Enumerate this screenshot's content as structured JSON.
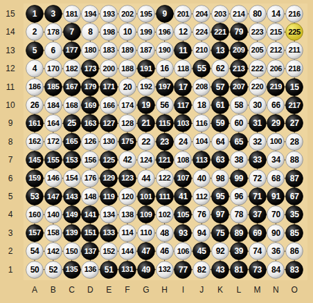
{
  "diagram": {
    "nodes": [
      {
        "text": [
          "1"
        ]
      },
      {
        "text": [
          "3"
        ]
      },
      {
        "text": [
          "181"
        ]
      },
      {
        "text": [
          "194"
        ]
      },
      {
        "text": [
          "193"
        ]
      },
      {
        "text": [
          "202"
        ]
      },
      {
        "text": [
          "195"
        ]
      },
      {
        "text": [
          "9"
        ]
      },
      {
        "text": [
          "201"
        ]
      },
      {
        "text": [
          "204"
        ]
      },
      {
        "text": [
          "203"
        ]
      },
      {
        "text": [
          "214"
        ]
      },
      {
        "text": [
          "80"
        ]
      },
      {
        "text": [
          "14"
        ]
      },
      {
        "text": [
          "216"
        ]
      },
      {
        "text": [
          "2"
        ]
      },
      {
        "text": [
          "178"
        ]
      },
      {
        "text": [
          "7"
        ]
      },
      {
        "text": [
          "8"
        ]
      },
      {
        "text": [
          "198"
        ]
      },
      {
        "text": [
          "10"
        ]
      },
      {
        "text": [
          "199"
        ]
      },
      {
        "text": [
          "196"
        ]
      },
      {
        "text": [
          "12"
        ]
      },
      {
        "text": [
          "224"
        ]
      },
      {
        "text": [
          "221"
        ]
      },
      {
        "text": [
          "79"
        ]
      },
      {
        "text": [
          "223"
        ]
      },
      {
        "text": [
          "215"
        ]
      },
      {
        "text": [
          "225"
        ]
      },
      {
        "text": [
          "5"
        ]
      },
      {
        "text": [
          "6"
        ]
      },
      {
        "text": [
          "177"
        ]
      },
      {
        "text": [
          "180"
        ]
      },
      {
        "text": [
          "183"
        ]
      },
      {
        "text": [
          "189"
        ]
      },
      {
        "text": [
          "187"
        ]
      },
      {
        "text": [
          "190"
        ]
      },
      {
        "text": [
          "11"
        ]
      },
      {
        "text": [
          "210"
        ]
      },
      {
        "text": [
          "13"
        ]
      },
      {
        "text": [
          "209"
        ]
      },
      {
        "text": [
          "205"
        ]
      },
      {
        "text": [
          "212"
        ]
      },
      {
        "text": [
          "211"
        ]
      },
      {
        "text": [
          "4"
        ]
      },
      {
        "text": [
          "170"
        ]
      },
      {
        "text": [
          "182"
        ]
      },
      {
        "text": [
          "173"
        ]
      },
      {
        "text": [
          "200"
        ]
      },
      {
        "text": [
          "188"
        ]
      },
      {
        "text": [
          "191"
        ]
      },
      {
        "text": [
          "16"
        ]
      },
      {
        "text": [
          "118"
        ]
      },
      {
        "text": [
          "55"
        ]
      },
      {
        "text": [
          "62"
        ]
      },
      {
        "text": [
          "213"
        ]
      },
      {
        "text": [
          "222"
        ]
      },
      {
        "text": [
          "206"
        ]
      },
      {
        "text": [
          "218"
        ]
      },
      {
        "text": [
          "186"
        ]
      },
      {
        "text": [
          "185"
        ]
      },
      {
        "text": [
          "167"
        ]
      },
      {
        "text": [
          "179"
        ]
      },
      {
        "text": [
          "171"
        ]
      },
      {
        "text": [
          "20"
        ]
      },
      {
        "text": [
          "192"
        ]
      },
      {
        "text": [
          "197"
        ]
      },
      {
        "text": [
          "17"
        ]
      },
      {
        "text": [
          "208"
        ]
      },
      {
        "text": [
          "57"
        ]
      },
      {
        "text": [
          "207"
        ]
      },
      {
        "text": [
          "220"
        ]
      },
      {
        "text": [
          "219"
        ]
      },
      {
        "text": [
          "15"
        ]
      },
      {
        "text": [
          "26"
        ]
      },
      {
        "text": [
          "184"
        ]
      },
      {
        "text": [
          "168"
        ]
      },
      {
        "text": [
          "169"
        ]
      },
      {
        "text": [
          "166"
        ]
      },
      {
        "text": [
          "174"
        ]
      },
      {
        "text": [
          "19"
        ]
      },
      {
        "text": [
          "56"
        ]
      },
      {
        "text": [
          "117"
        ]
      },
      {
        "text": [
          "18"
        ]
      },
      {
        "text": [
          "61"
        ]
      },
      {
        "text": [
          "58"
        ]
      },
      {
        "text": [
          "30"
        ]
      },
      {
        "text": [
          "66"
        ]
      },
      {
        "text": [
          "217"
        ]
      },
      {
        "text": [
          "161"
        ]
      },
      {
        "text": [
          "164"
        ]
      },
      {
        "text": [
          "25"
        ]
      },
      {
        "text": [
          "163"
        ]
      },
      {
        "text": [
          "127"
        ]
      },
      {
        "text": [
          "128"
        ]
      },
      {
        "text": [
          "21"
        ]
      },
      {
        "text": [
          "115"
        ]
      },
      {
        "text": [
          "103"
        ]
      },
      {
        "text": [
          "116"
        ]
      },
      {
        "text": [
          "59"
        ]
      },
      {
        "text": [
          "60"
        ]
      },
      {
        "text": [
          "31"
        ]
      },
      {
        "text": [
          "29"
        ]
      },
      {
        "text": [
          "27"
        ]
      },
      {
        "text": [
          "162"
        ]
      },
      {
        "text": [
          "172"
        ]
      },
      {
        "text": [
          "165"
        ]
      },
      {
        "text": [
          "126"
        ]
      },
      {
        "text": [
          "130"
        ]
      },
      {
        "text": [
          "175"
        ]
      },
      {
        "text": [
          "22"
        ]
      },
      {
        "text": [
          "23"
        ]
      },
      {
        "text": [
          "24"
        ]
      },
      {
        "text": [
          "104"
        ]
      },
      {
        "text": [
          "64"
        ]
      },
      {
        "text": [
          "65"
        ]
      },
      {
        "text": [
          "32"
        ]
      },
      {
        "text": [
          "100"
        ]
      },
      {
        "text": [
          "28"
        ]
      },
      {
        "text": [
          "145"
        ]
      },
      {
        "text": [
          "155"
        ]
      },
      {
        "text": [
          "153"
        ]
      },
      {
        "text": [
          "156"
        ]
      },
      {
        "text": [
          "125"
        ]
      },
      {
        "text": [
          "42"
        ]
      },
      {
        "text": [
          "124"
        ]
      },
      {
        "text": [
          "121"
        ]
      },
      {
        "text": [
          "108"
        ]
      },
      {
        "text": [
          "113"
        ]
      },
      {
        "text": [
          "63"
        ]
      },
      {
        "text": [
          "38"
        ]
      },
      {
        "text": [
          "33"
        ]
      },
      {
        "text": [
          "34"
        ]
      },
      {
        "text": [
          "88"
        ]
      },
      {
        "text": [
          "159"
        ]
      },
      {
        "text": [
          "146"
        ]
      },
      {
        "text": [
          "154"
        ]
      },
      {
        "text": [
          "176"
        ]
      },
      {
        "text": [
          "129"
        ]
      },
      {
        "text": [
          "123"
        ]
      },
      {
        "text": [
          "44"
        ]
      },
      {
        "text": [
          "122"
        ]
      },
      {
        "text": [
          "107"
        ]
      },
      {
        "text": [
          "40"
        ]
      },
      {
        "text": [
          "98"
        ]
      },
      {
        "text": [
          "99"
        ]
      },
      {
        "text": [
          "72"
        ]
      },
      {
        "text": [
          "68"
        ]
      },
      {
        "text": [
          "87"
        ]
      },
      {
        "text": [
          "53"
        ]
      },
      {
        "text": [
          "147"
        ]
      },
      {
        "text": [
          "143"
        ]
      },
      {
        "text": [
          "148"
        ]
      },
      {
        "text": [
          "119"
        ]
      },
      {
        "text": [
          "120"
        ]
      },
      {
        "text": [
          "101"
        ]
      },
      {
        "text": [
          "111"
        ]
      },
      {
        "text": [
          "41"
        ]
      },
      {
        "text": [
          "112"
        ]
      },
      {
        "text": [
          "95"
        ]
      },
      {
        "text": [
          "96"
        ]
      },
      {
        "text": [
          "71"
        ]
      },
      {
        "text": [
          "91"
        ]
      },
      {
        "text": [
          "67"
        ]
      },
      {
        "text": [
          "160"
        ]
      },
      {
        "text": [
          "140"
        ]
      },
      {
        "text": [
          "149"
        ]
      },
      {
        "text": [
          "141"
        ]
      },
      {
        "text": [
          "134"
        ]
      },
      {
        "text": [
          "138"
        ]
      },
      {
        "text": [
          "109"
        ]
      },
      {
        "text": [
          "102"
        ]
      },
      {
        "text": [
          "105"
        ]
      },
      {
        "text": [
          "76"
        ]
      },
      {
        "text": [
          "97"
        ]
      },
      {
        "text": [
          "78"
        ]
      },
      {
        "text": [
          "37"
        ]
      },
      {
        "text": [
          "70"
        ]
      },
      {
        "text": [
          "35"
        ]
      },
      {
        "text": [
          "157"
        ]
      },
      {
        "text": [
          "158"
        ]
      },
      {
        "text": [
          "139"
        ]
      },
      {
        "text": [
          "151"
        ]
      },
      {
        "text": [
          "133"
        ]
      },
      {
        "text": [
          "114"
        ]
      },
      {
        "text": [
          "110"
        ]
      },
      {
        "text": [
          "48"
        ]
      },
      {
        "text": [
          "93"
        ]
      },
      {
        "text": [
          "94"
        ]
      },
      {
        "text": [
          "75"
        ]
      },
      {
        "text": [
          "89"
        ]
      },
      {
        "text": [
          "69"
        ]
      },
      {
        "text": [
          "90"
        ]
      },
      {
        "text": [
          "85"
        ]
      },
      {
        "text": [
          "54"
        ]
      },
      {
        "text": [
          "142"
        ]
      },
      {
        "text": [
          "150"
        ]
      },
      {
        "text": [
          "137"
        ]
      },
      {
        "text": [
          "152"
        ]
      },
      {
        "text": [
          "144"
        ]
      },
      {
        "text": [
          "47"
        ]
      },
      {
        "text": [
          "46"
        ]
      },
      {
        "text": [
          "106"
        ]
      },
      {
        "text": [
          "45"
        ]
      },
      {
        "text": [
          "92"
        ]
      },
      {
        "text": [
          "39"
        ]
      },
      {
        "text": [
          "74"
        ]
      },
      {
        "text": [
          "36"
        ]
      },
      {
        "text": [
          "86"
        ]
      },
      {
        "text": [
          "50"
        ]
      },
      {
        "text": [
          "52"
        ]
      },
      {
        "text": [
          "135"
        ]
      },
      {
        "text": [
          "136"
        ]
      },
      {
        "text": [
          "51"
        ]
      },
      {
        "text": [
          "131"
        ]
      },
      {
        "text": [
          "49"
        ]
      },
      {
        "text": [
          "132"
        ]
      },
      {
        "text": [
          "77"
        ]
      },
      {
        "text": [
          "82"
        ]
      },
      {
        "text": [
          "43"
        ]
      },
      {
        "text": [
          "81"
        ]
      },
      {
        "text": [
          "73"
        ]
      },
      {
        "text": [
          "84"
        ]
      },
      {
        "text": [
          "83"
        ]
      }
    ],
    "labels": [
      "15",
      "14",
      "13",
      "12",
      "11",
      "10",
      "9",
      "8",
      "7",
      "6",
      "5",
      "4",
      "3",
      "2",
      "1",
      "A",
      "B",
      "C",
      "D",
      "E",
      "F",
      "G",
      "H",
      "I",
      "J",
      "K",
      "L",
      "M",
      "N",
      "O"
    ]
  }
}
